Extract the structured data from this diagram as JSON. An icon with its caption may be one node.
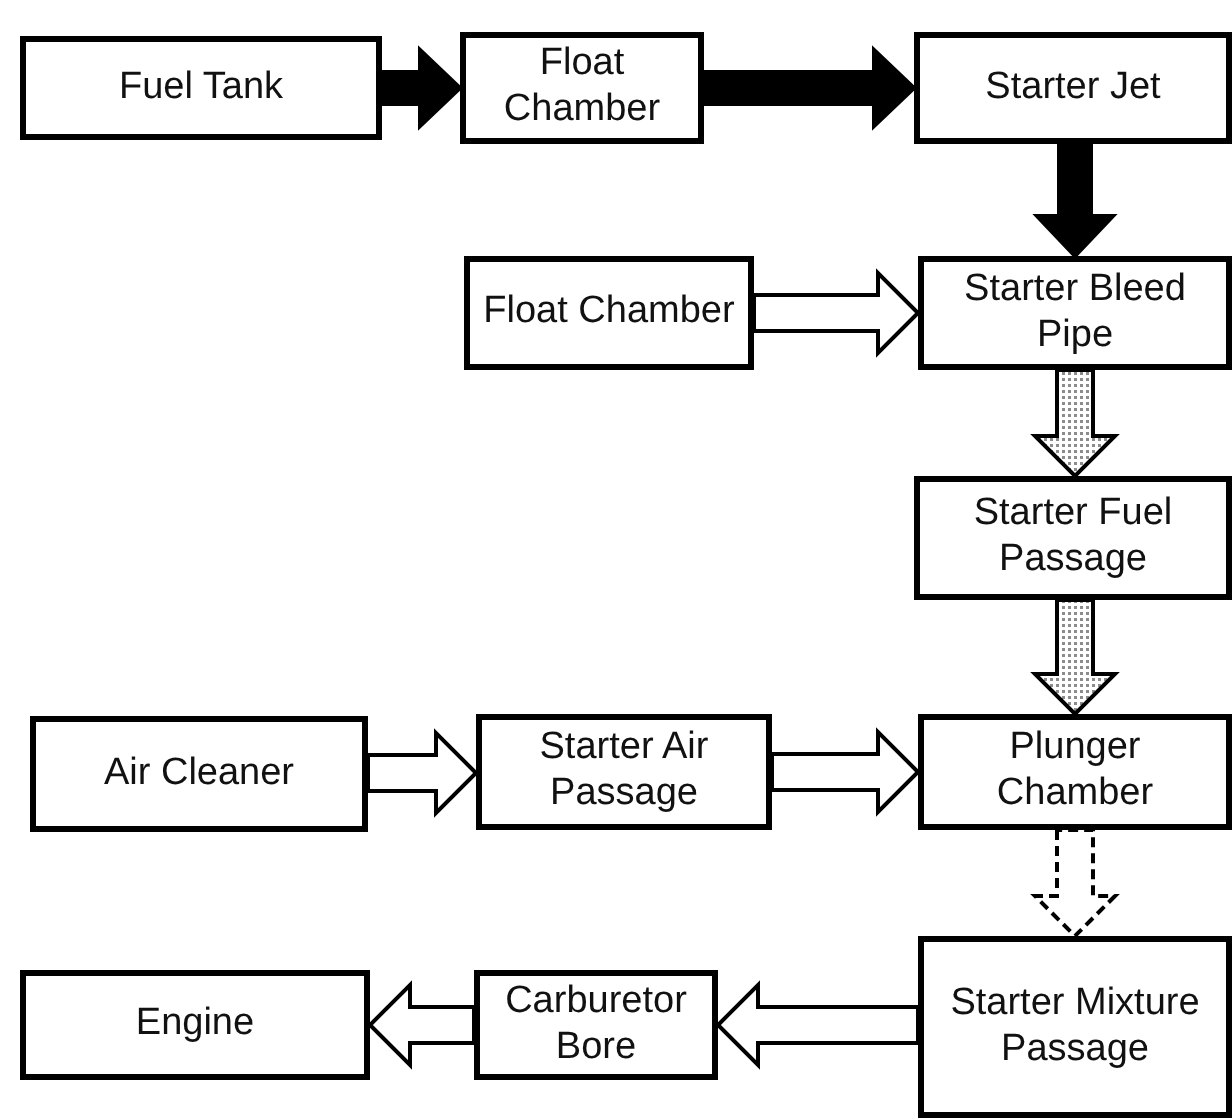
{
  "diagram": {
    "nodes": [
      {
        "text": [
          "Fuel Tank"
        ]
      },
      {
        "text": [
          "Float Chamber"
        ]
      },
      {
        "text": [
          "Starter Jet"
        ]
      },
      {
        "text": [
          "Float Chamber"
        ]
      },
      {
        "text": [
          "Starter Bleed Pipe"
        ]
      },
      {
        "text": [
          "Starter Fuel Passage"
        ]
      },
      {
        "text": [
          "Air Cleaner"
        ]
      },
      {
        "text": [
          "Starter Air Passage"
        ]
      },
      {
        "text": [
          "Plunger Chamber"
        ]
      },
      {
        "text": [
          "Starter Mixture Passage"
        ]
      },
      {
        "text": [
          "Engine"
        ]
      },
      {
        "text": [
          "Carburetor Bore"
        ]
      }
    ],
    "edges": [
      {
        "from": 0,
        "to": 1,
        "arrow": "to",
        "style": "thick"
      },
      {
        "from": 1,
        "to": 2,
        "arrow": "to",
        "style": "thick"
      },
      {
        "from": 2,
        "to": 4,
        "arrow": "to",
        "style": "thick"
      },
      {
        "from": 3,
        "to": 4,
        "arrow": "to"
      },
      {
        "from": 4,
        "to": 5,
        "arrow": "to",
        "color": "#8c8c8c"
      },
      {
        "from": 5,
        "to": 8,
        "arrow": "to",
        "color": "#8c8c8c"
      },
      {
        "from": 6,
        "to": 7,
        "arrow": "to"
      },
      {
        "from": 7,
        "to": 8,
        "arrow": "to"
      },
      {
        "from": 8,
        "to": 9,
        "arrow": "to",
        "style": "dashed"
      },
      {
        "from": 9,
        "to": 11,
        "arrow": "to"
      },
      {
        "from": 11,
        "to": 10,
        "arrow": "to"
      }
    ]
  }
}
